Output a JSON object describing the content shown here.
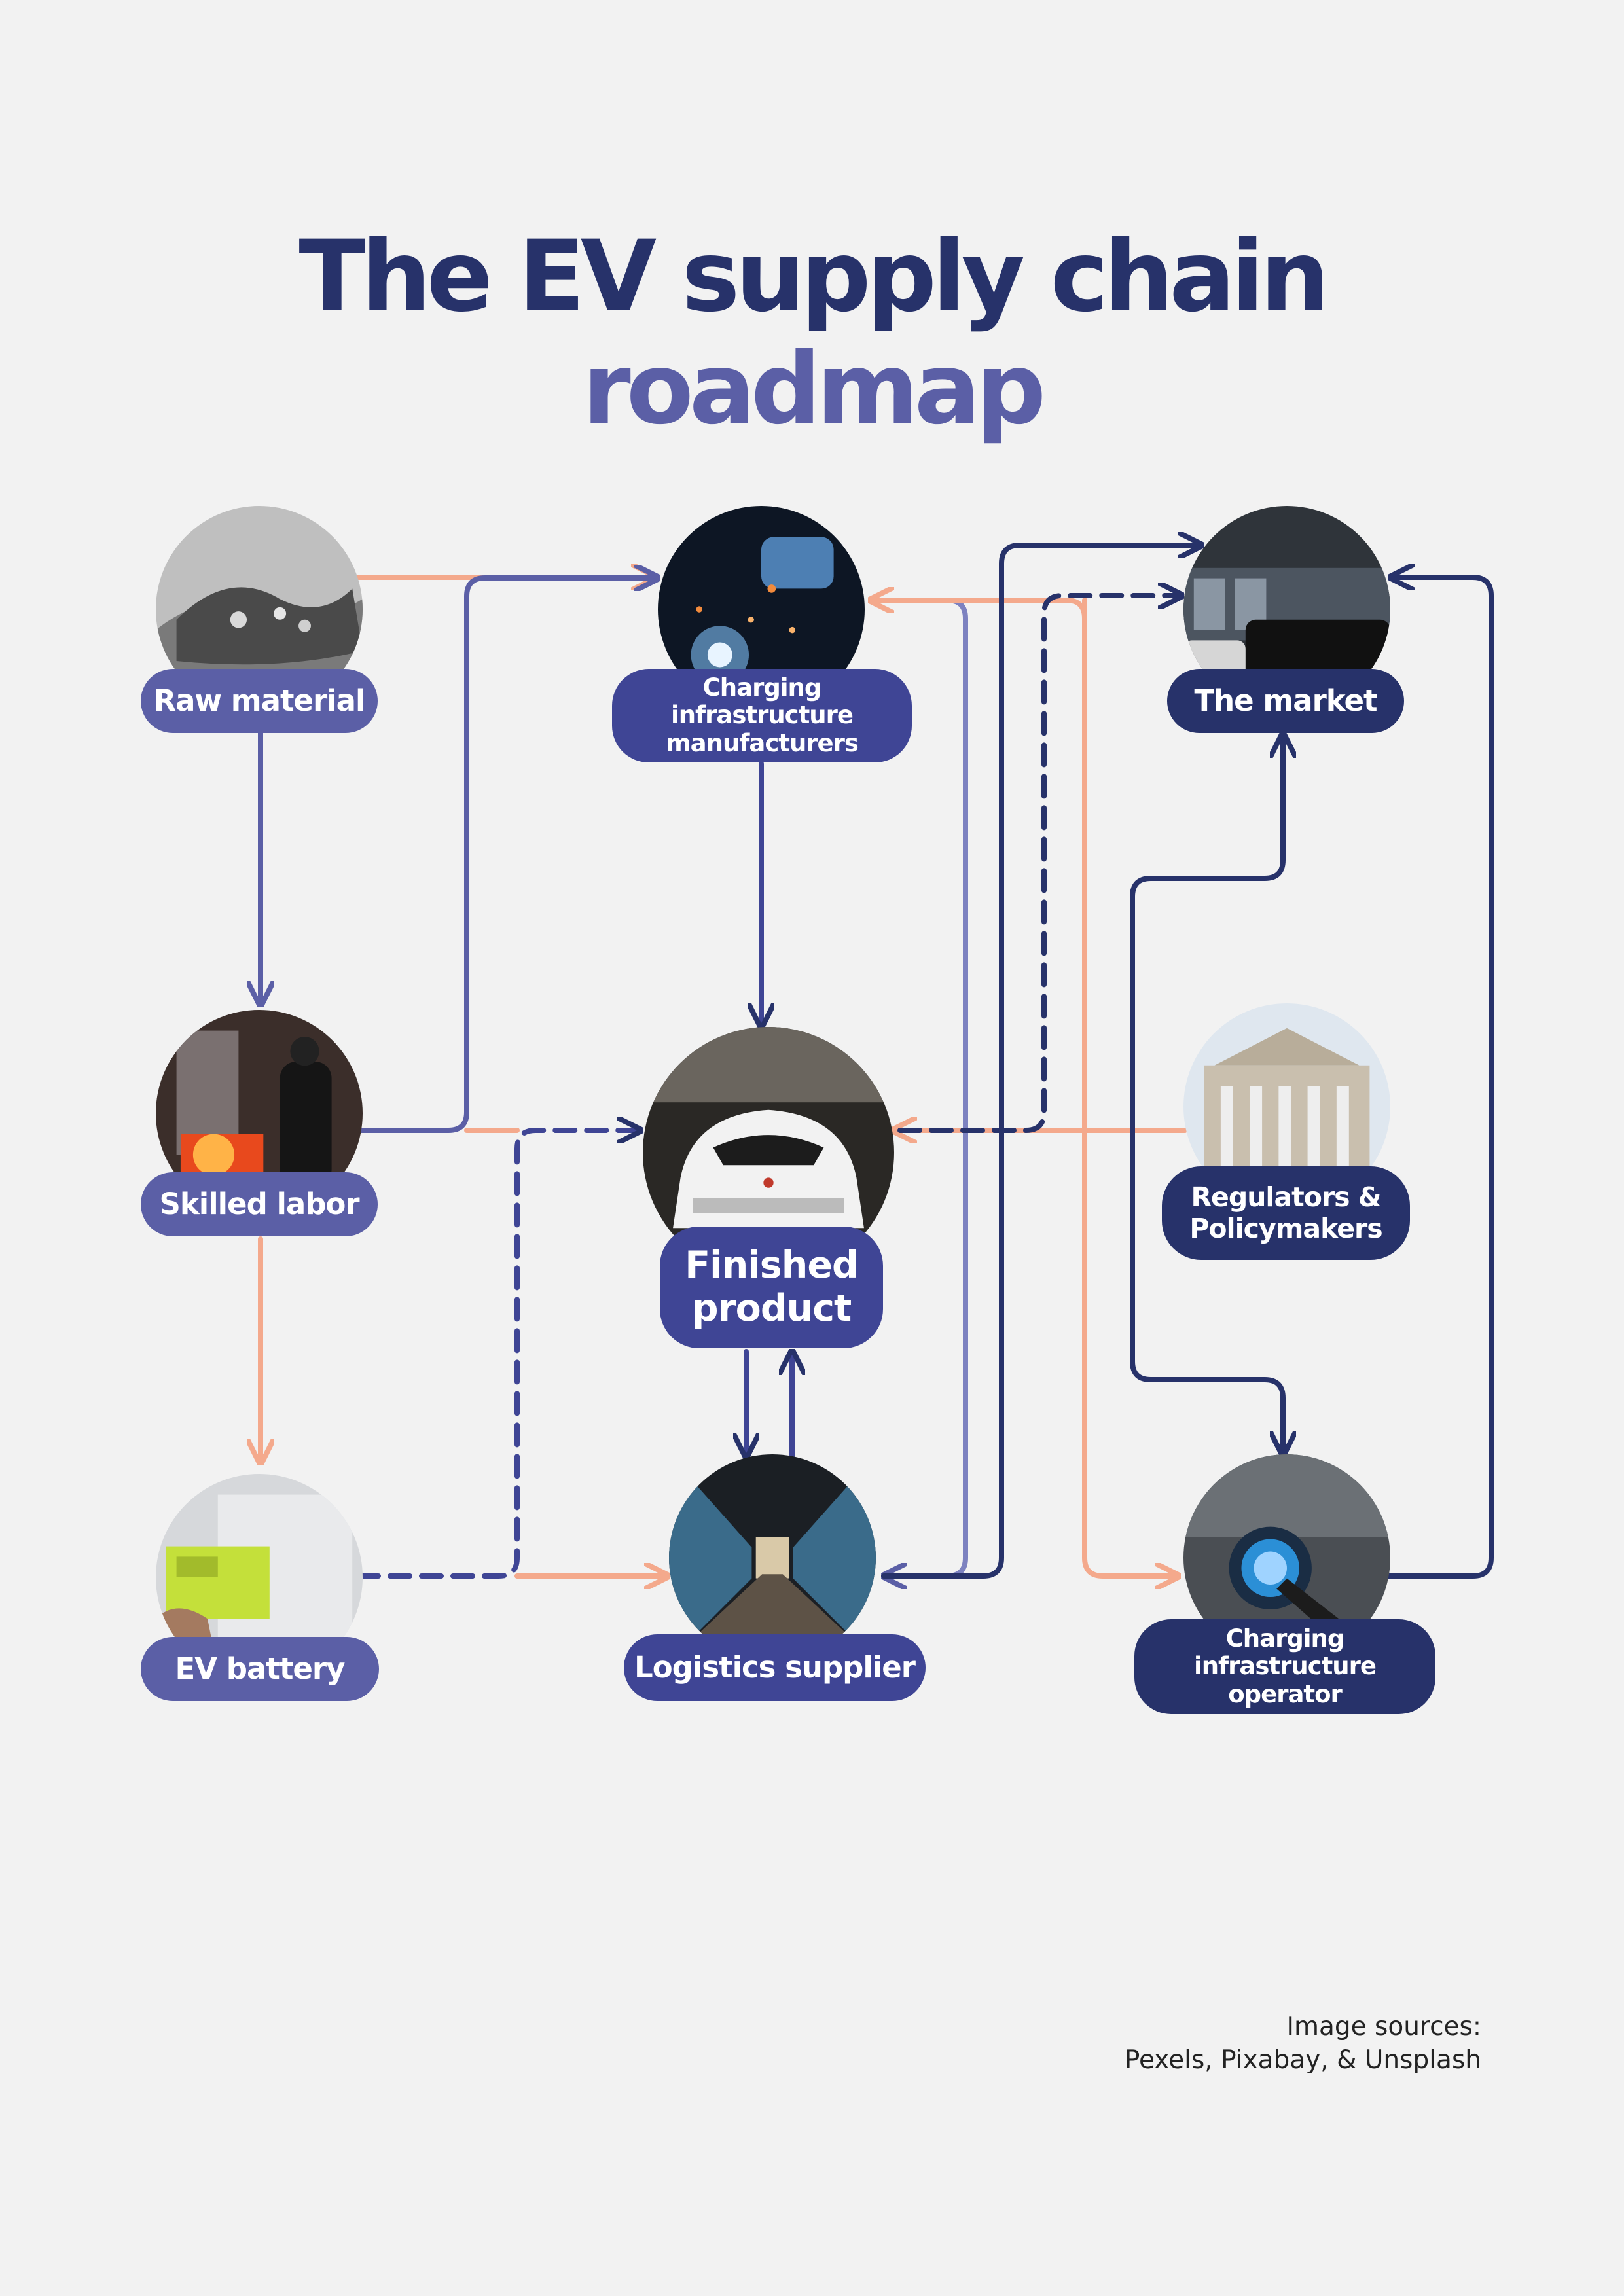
{
  "title": {
    "line1": "The EV supply chain",
    "line2": "roadmap"
  },
  "nodes": {
    "raw_material": "Raw material",
    "charging_manufacturers": "Charging infrastructure manufacturers",
    "the_market": "The market",
    "skilled_labor": "Skilled labor",
    "finished_product": "Finished product",
    "regulators": "Regulators & Policymakers",
    "ev_battery": "EV battery",
    "logistics": "Logistics supplier",
    "charging_operator": "Charging infrastructure operator"
  },
  "footer": {
    "line1": "Image sources:",
    "line2": "Pexels, Pixabay, & Unsplash"
  },
  "colors": {
    "background": "#f2f2f2",
    "navy": "#27326a",
    "indigo": "#5b5fa6",
    "mid_indigo": "#3f4595",
    "salmon": "#f4a98c"
  }
}
